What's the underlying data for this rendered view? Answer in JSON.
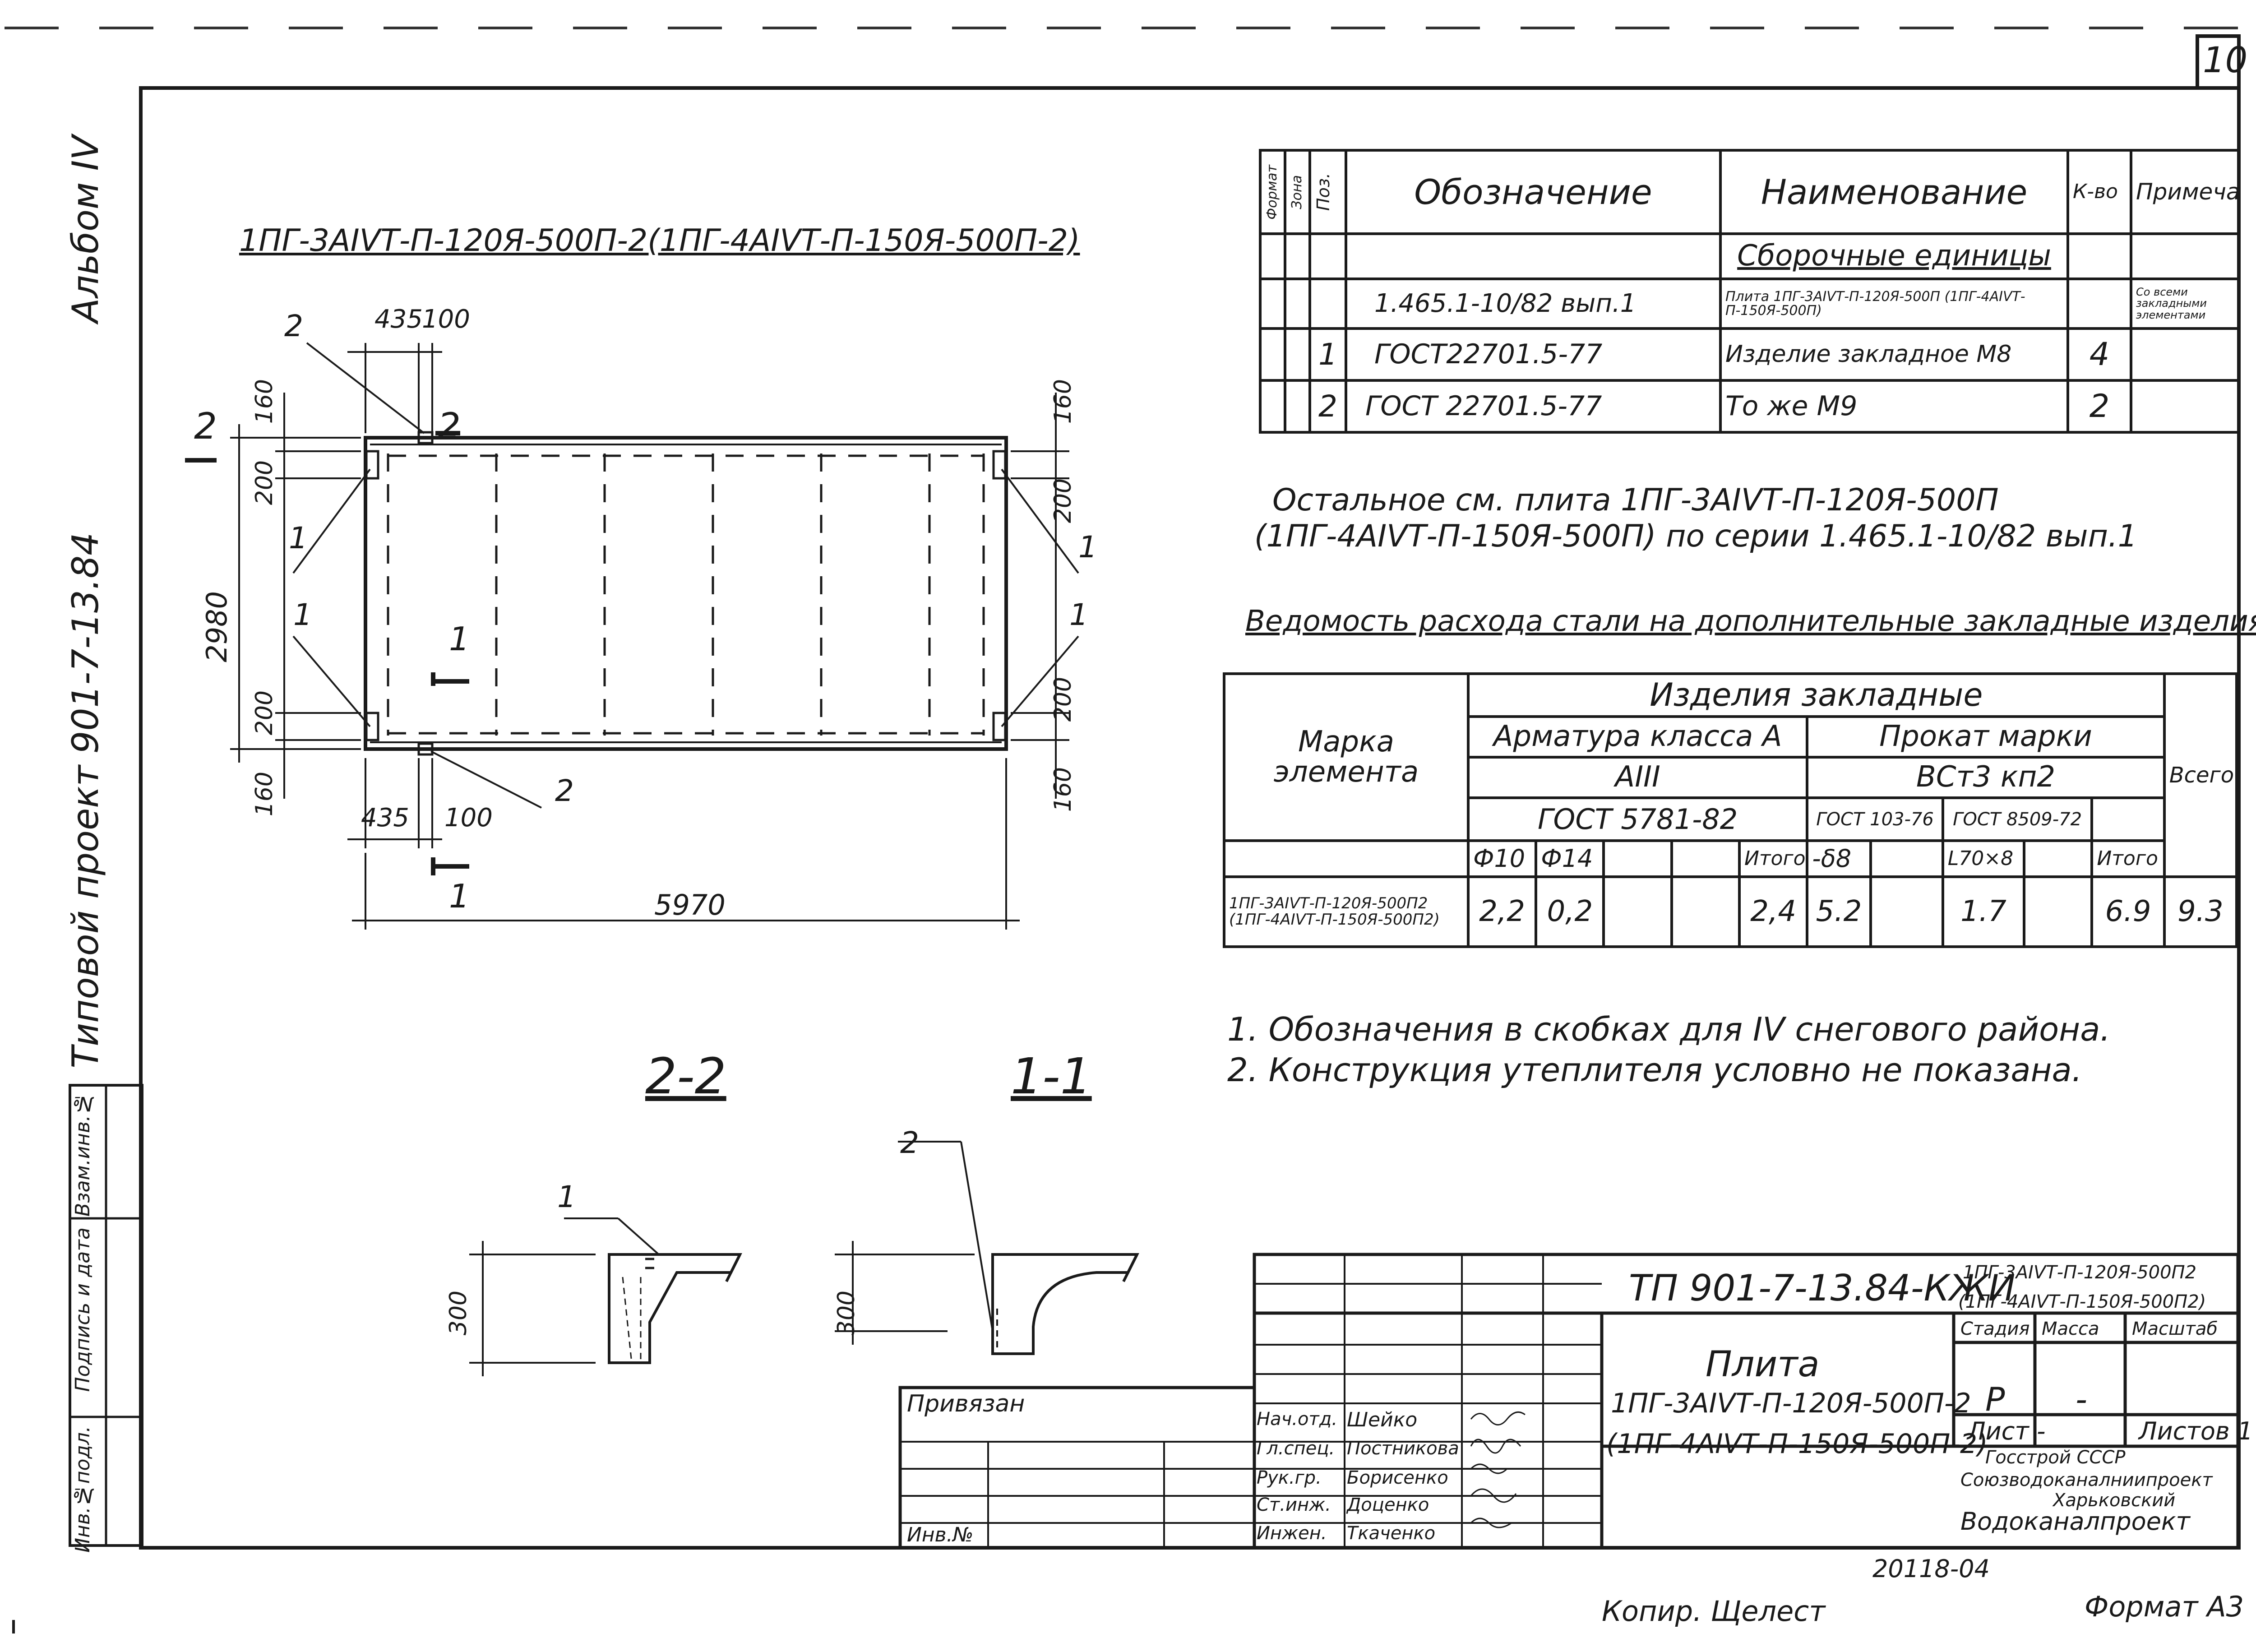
{
  "sheet": {
    "sheet_number": "10",
    "album": "Альбом IV",
    "project": "Типовой проект 901-7-13.84",
    "copied_by": "Копир. Щелест",
    "format": "Формат А3",
    "archive_number": "20118-04"
  },
  "drawing": {
    "plan_title": "1ПГ-3АIVТ-П-120Я-500П-2(1ПГ-4АIVТ-П-150Я-500П-2)",
    "section_22": "2-2",
    "section_11": "1-1",
    "dim_top_435": "435",
    "dim_top_100": "100",
    "dim_bottom_435": "435",
    "dim_bottom_100": "100",
    "dim_length": "5970",
    "dim_width": "2980",
    "dim_left_160_top": "160",
    "dim_left_200_top": "200",
    "dim_left_200_bot": "200",
    "dim_left_160_bot": "160",
    "dim_right_160_top": "160",
    "dim_right_200_top": "200",
    "dim_right_200_bot": "200",
    "dim_right_160_bot": "160",
    "dim_section_300_a": "300",
    "dim_section_300_b": "300",
    "callout_1": "1",
    "callout_2": "2",
    "cut_mark_2": "2",
    "cut_mark_1": "1"
  },
  "spec_table": {
    "headers": {
      "format": "Формат",
      "zone": "Зона",
      "pos": "Поз.",
      "designation": "Обозначение",
      "name": "Наименование",
      "qty": "К-во",
      "note": "Примечания"
    },
    "section_title": "Сборочные единицы",
    "rows": [
      {
        "pos": "",
        "designation": "1.465.1-10/82 вып.1",
        "name": "Плита 1ПГ-3АIVТ-П-120Я-500П (1ПГ-4АIVТ-П-150Я-500П)",
        "qty": "",
        "note": "Со всеми закладными элементами"
      },
      {
        "pos": "1",
        "designation": "ГОСТ22701.5-77",
        "name": "Изделие закладное M8",
        "qty": "4",
        "note": ""
      },
      {
        "pos": "2",
        "designation": "ГОСТ 22701.5-77",
        "name": "То же M9",
        "qty": "2",
        "note": ""
      }
    ]
  },
  "remark_text": {
    "line1": "Остальное см. плита 1ПГ-3АIVТ-П-120Я-500П",
    "line2": "(1ПГ-4АIVТ-П-150Я-500П) по серии 1.465.1-10/82 вып.1"
  },
  "steel_table": {
    "title": "Ведомость расхода стали на дополнительные закладные изделия,кг",
    "mark_header": "Марка элемента",
    "embedded_header": "Изделия закладные",
    "rebar_class": "Арматура класса А",
    "rebar_grade": "АIII",
    "rebar_gost": "ГОСТ 5781-82",
    "rolled_header": "Прокат марки",
    "rolled_grade": "ВСт3 кп2",
    "rolled_gost_1": "ГОСТ 103-76",
    "rolled_gost_2": "ГОСТ 8509-72",
    "total_header": "Всего",
    "sub_d10": "Ф10",
    "sub_d14": "Ф14",
    "sub_itogo_1": "Итого",
    "sub_strip": "-δ8",
    "sub_angle": "L70×8",
    "sub_itogo_2": "Итого",
    "row": {
      "mark": "1ПГ-3АIVТ-П-120Я-500П2 (1ПГ-4АIVТ-П-150Я-500П2)",
      "d10": "2,2",
      "d14": "0,2",
      "itogo1": "2,4",
      "strip": "5.2",
      "angle": "1.7",
      "itogo2": "6.9",
      "total": "9.3"
    }
  },
  "notes": {
    "n1": "1. Обозначения в скобках для IV снегового района.",
    "n2": "2. Конструкция утеплителя условно не показана."
  },
  "title_block": {
    "code": "ТП 901-7-13.84-КЖИ",
    "mark1": "1ПГ-3АIVТ-П-120Я-500П2",
    "mark2": "(1ПГ-4АIVТ-П-150Я-500П2)",
    "name": "Плита",
    "name_line1": "1ПГ-3АIVТ-П-120Я-500П-2",
    "name_line2": "(1ПГ-4АIVТ-П-150Я-500П-2)",
    "stage_label": "Стадия",
    "mass_label": "Масса",
    "scale_label": "Масштаб",
    "stage_value": "Р",
    "mass_value": "-",
    "sheet_label": "Лист -",
    "sheets_label": "Листов 1",
    "org_line1": "Госстрой СССР",
    "org_line2": "Союзводоканалниипроект",
    "org_line3": "Харьковский",
    "org_line4": "Водоканалпроект",
    "attached_label": "Привязан",
    "inv_label": "Инв.№",
    "roles": [
      {
        "role": "Нач.отд.",
        "person": "Шейко"
      },
      {
        "role": "Гл.спец.",
        "person": "Постникова"
      },
      {
        "role": "Рук.гр.",
        "person": "Борисенко"
      },
      {
        "role": "Ст.инж.",
        "person": "Доценко"
      },
      {
        "role": "Инжен.",
        "person": "Ткаченко"
      }
    ]
  },
  "side_frame": {
    "inv_orig": "Инв.№подл.",
    "sign_date": "Подпись и дата",
    "replace_inv": "Взам.инв.№"
  }
}
